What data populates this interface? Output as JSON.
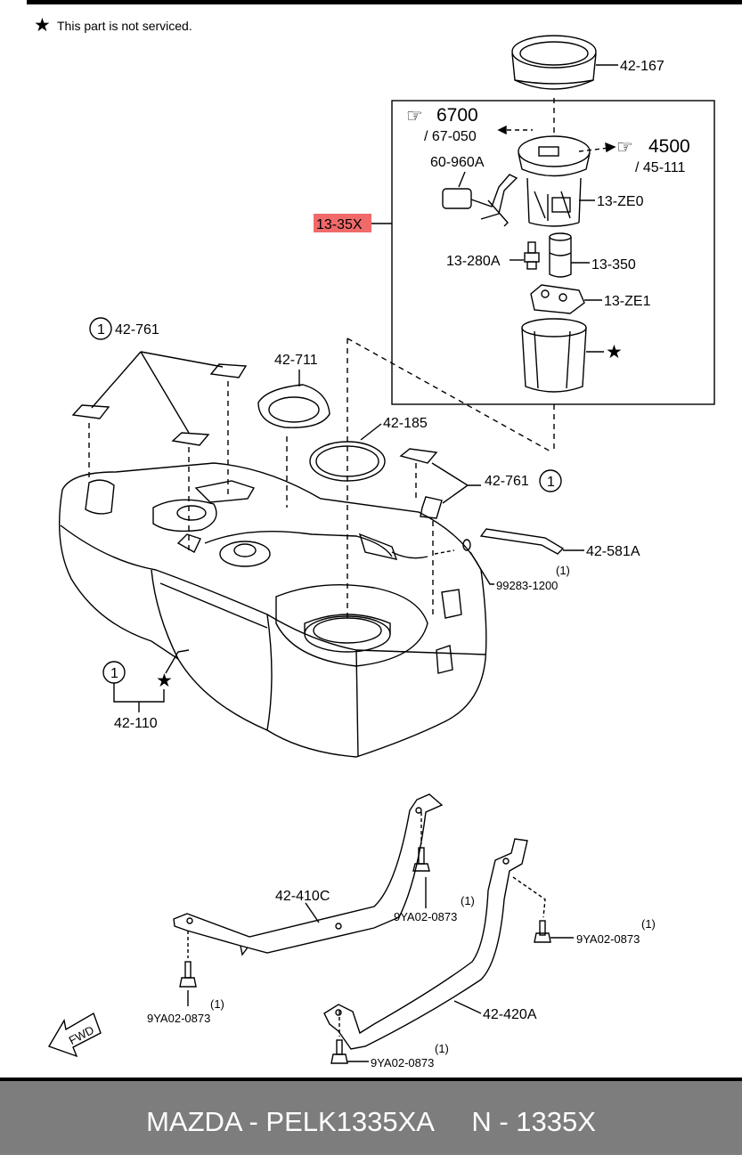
{
  "legend": {
    "note": "This part is not serviced."
  },
  "parts": {
    "p42_167": "42-167",
    "ref6700": "6700",
    "ref67050": "/ 67-050",
    "ref4500": "4500",
    "ref45111": "/ 45-111",
    "p60_960A": "60-960A",
    "p13_ZE0": "13-ZE0",
    "p13_35X": "13-35X",
    "p13_280A": "13-280A",
    "p13_350": "13-350",
    "p13_ZE1": "13-ZE1",
    "p42_761_a": "42-761",
    "p42_711": "42-711",
    "p42_185": "42-185",
    "p42_761_b": "42-761",
    "p42_581A": "42-581A",
    "p99283": "99283-1200",
    "p42_110": "42-110",
    "p42_410C": "42-410C",
    "p9YA_a": "9YA02-0873",
    "p9YA_b": "9YA02-0873",
    "p9YA_c": "9YA02-0873",
    "p9YA_d": "9YA02-0873",
    "p42_420A": "42-420A"
  },
  "quantities": {
    "q99283": "(1)",
    "q9YA_a": "(1)",
    "q9YA_b": "(1)",
    "q9YA_c": "(1)",
    "q9YA_d": "(1)",
    "circle_a": "1",
    "circle_b": "1",
    "circle_c": "1"
  },
  "fwd": "FWD",
  "highlight_color": "#f06a6a",
  "footer": {
    "text": "MAZDA - PELK1335XA     N - 1335X"
  }
}
